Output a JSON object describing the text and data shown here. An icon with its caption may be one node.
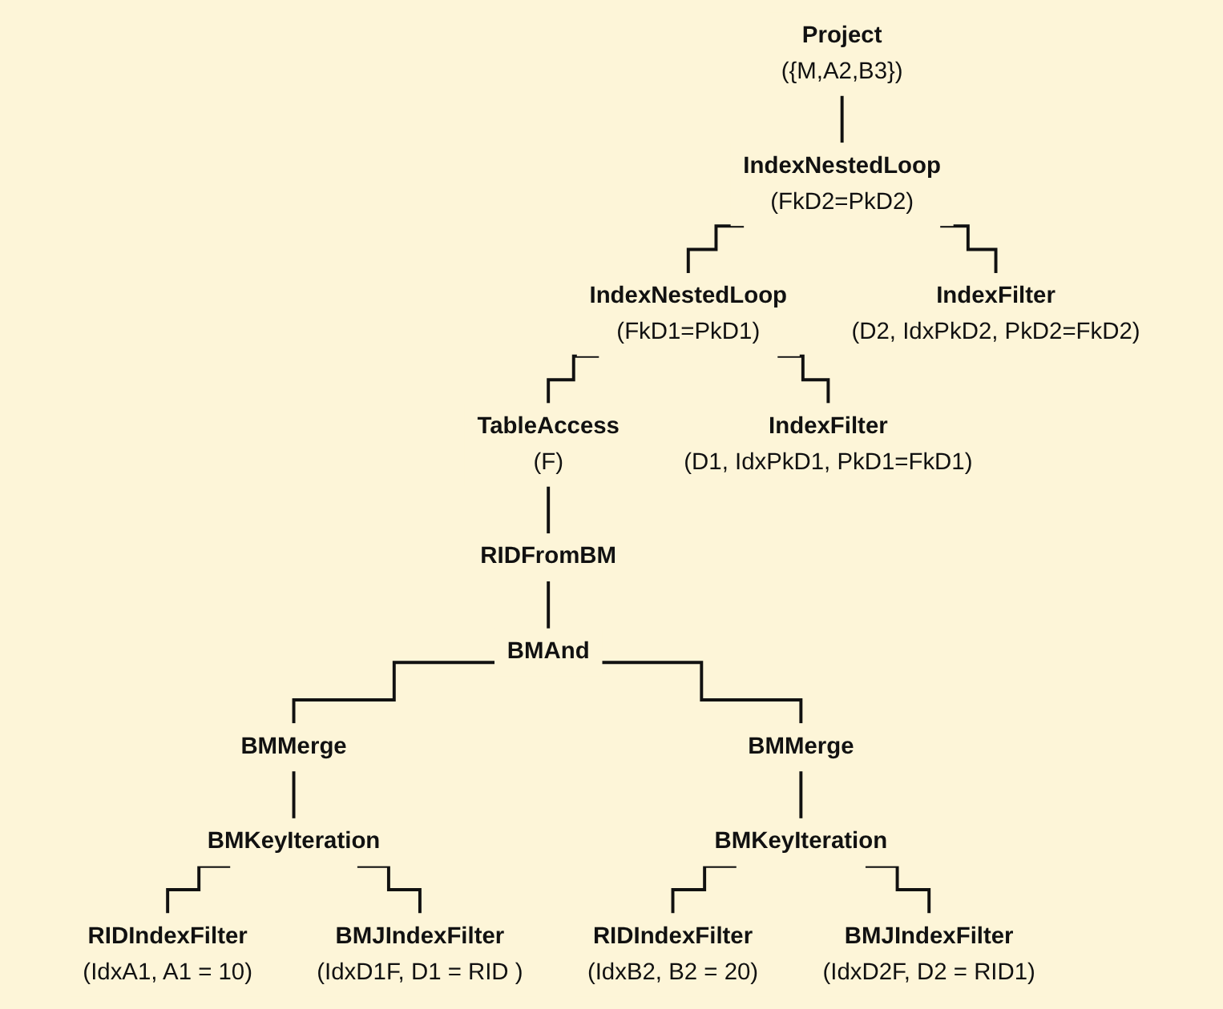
{
  "diagram": {
    "nodes": [
      {
        "text": [
          "Project",
          "({M,A2,B3})"
        ]
      },
      {
        "text": [
          "IndexNestedLoop",
          "(FkD2=PkD2)"
        ]
      },
      {
        "text": [
          "IndexNestedLoop",
          "(FkD1=PkD1)"
        ]
      },
      {
        "text": [
          "IndexFilter",
          "(D2, IdxPkD2, PkD2=FkD2)"
        ]
      },
      {
        "text": [
          "TableAccess",
          "(F)"
        ]
      },
      {
        "text": [
          "IndexFilter",
          "(D1, IdxPkD1, PkD1=FkD1)"
        ]
      },
      {
        "text": [
          "RIDFromBM"
        ]
      },
      {
        "text": [
          "BMAnd"
        ]
      },
      {
        "text": [
          "BMMerge"
        ]
      },
      {
        "text": [
          "BMMerge"
        ]
      },
      {
        "text": [
          "BMKeyIteration"
        ]
      },
      {
        "text": [
          "BMKeyIteration"
        ]
      },
      {
        "text": [
          "RIDIndexFilter",
          "(IdxA1, A1 = 10)"
        ]
      },
      {
        "text": [
          "BMJIndexFilter",
          "(IdxD1F, D1 = RID )"
        ]
      },
      {
        "text": [
          "RIDIndexFilter",
          "(IdxB2, B2 = 20)"
        ]
      },
      {
        "text": [
          "BMJIndexFilter",
          "(IdxD2F, D2 = RID1)"
        ]
      }
    ],
    "edges": [
      {
        "from": 0,
        "to": 1,
        "arrow": "none"
      },
      {
        "from": 1,
        "to": 2,
        "arrow": "none"
      },
      {
        "from": 1,
        "to": 3,
        "arrow": "none"
      },
      {
        "from": 2,
        "to": 4,
        "arrow": "none"
      },
      {
        "from": 2,
        "to": 5,
        "arrow": "none"
      },
      {
        "from": 4,
        "to": 6,
        "arrow": "none"
      },
      {
        "from": 6,
        "to": 7,
        "arrow": "none"
      },
      {
        "from": 7,
        "to": 8,
        "arrow": "none"
      },
      {
        "from": 7,
        "to": 9,
        "arrow": "none"
      },
      {
        "from": 8,
        "to": 10,
        "arrow": "none"
      },
      {
        "from": 9,
        "to": 11,
        "arrow": "none"
      },
      {
        "from": 10,
        "to": 12,
        "arrow": "none"
      },
      {
        "from": 10,
        "to": 13,
        "arrow": "none"
      },
      {
        "from": 11,
        "to": 14,
        "arrow": "none"
      },
      {
        "from": 11,
        "to": 15,
        "arrow": "none"
      }
    ]
  }
}
